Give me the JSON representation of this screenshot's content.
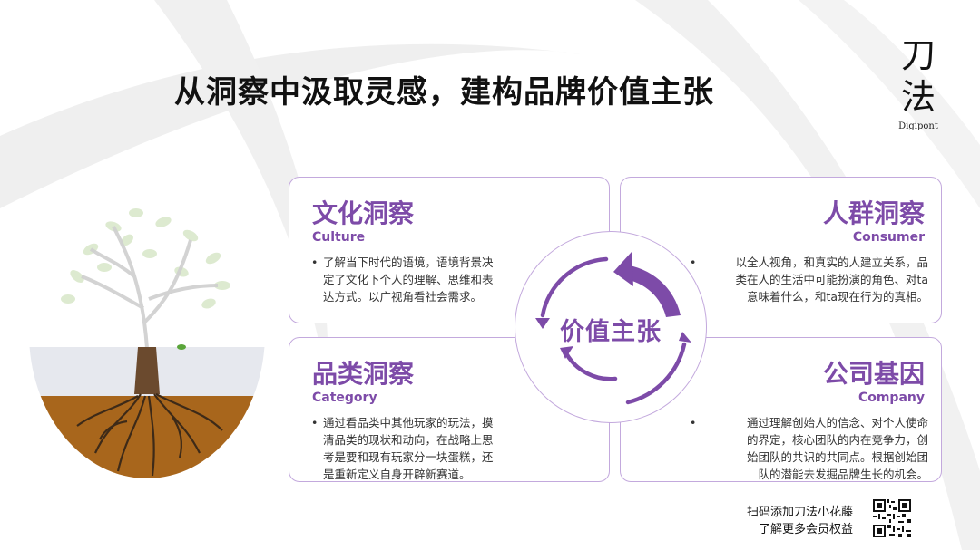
{
  "slide": {
    "title": "从洞察中汲取灵感，建构品牌价值主张",
    "logo": {
      "chars_1": "刀",
      "chars_2": "法",
      "brand_en": "Digipont"
    },
    "center": {
      "label": "价值主张"
    },
    "cards": {
      "culture": {
        "heading": "文化洞察",
        "subheading": "Culture",
        "bullet": "•",
        "lines": [
          "了解当下时代的语境，语境背景决",
          "定了文化下个人的理解、思维和表",
          "达方式。以广视角看社会需求。"
        ]
      },
      "consumer": {
        "heading": "人群洞察",
        "subheading": "Consumer",
        "bullet": "•",
        "lines": [
          "以全人视角，和真实的人建立关系，品",
          "类在人的生活中可能扮演的角色、对ta",
          "意味着什么，和ta现在行为的真相。"
        ]
      },
      "category": {
        "heading": "品类洞察",
        "subheading": "Category",
        "bullet": "•",
        "lines": [
          "通过看品类中其他玩家的玩法，摸",
          "清品类的现状和动向，在战略上思",
          "考是要和现有玩家分一块蛋糕，还",
          "是重新定义自身开辟新赛道。"
        ]
      },
      "company": {
        "heading": "公司基因",
        "subheading": "Company",
        "bullet": "•",
        "lines": [
          "通过理解创始人的信念、对个人使命",
          "的界定，核心团队的内在竞争力，创",
          "始团队的共识的共同点。根据创始团",
          "队的潜能去发掘品牌生长的机会。"
        ]
      }
    },
    "footer": {
      "line_1": "扫码添加刀法小花藤",
      "line_2": "了解更多会员权益"
    },
    "colors": {
      "accent": "#7d4ba8",
      "border": "#c3a9dd",
      "soil": "#a8661c",
      "trunk": "#6b4a2e"
    }
  }
}
